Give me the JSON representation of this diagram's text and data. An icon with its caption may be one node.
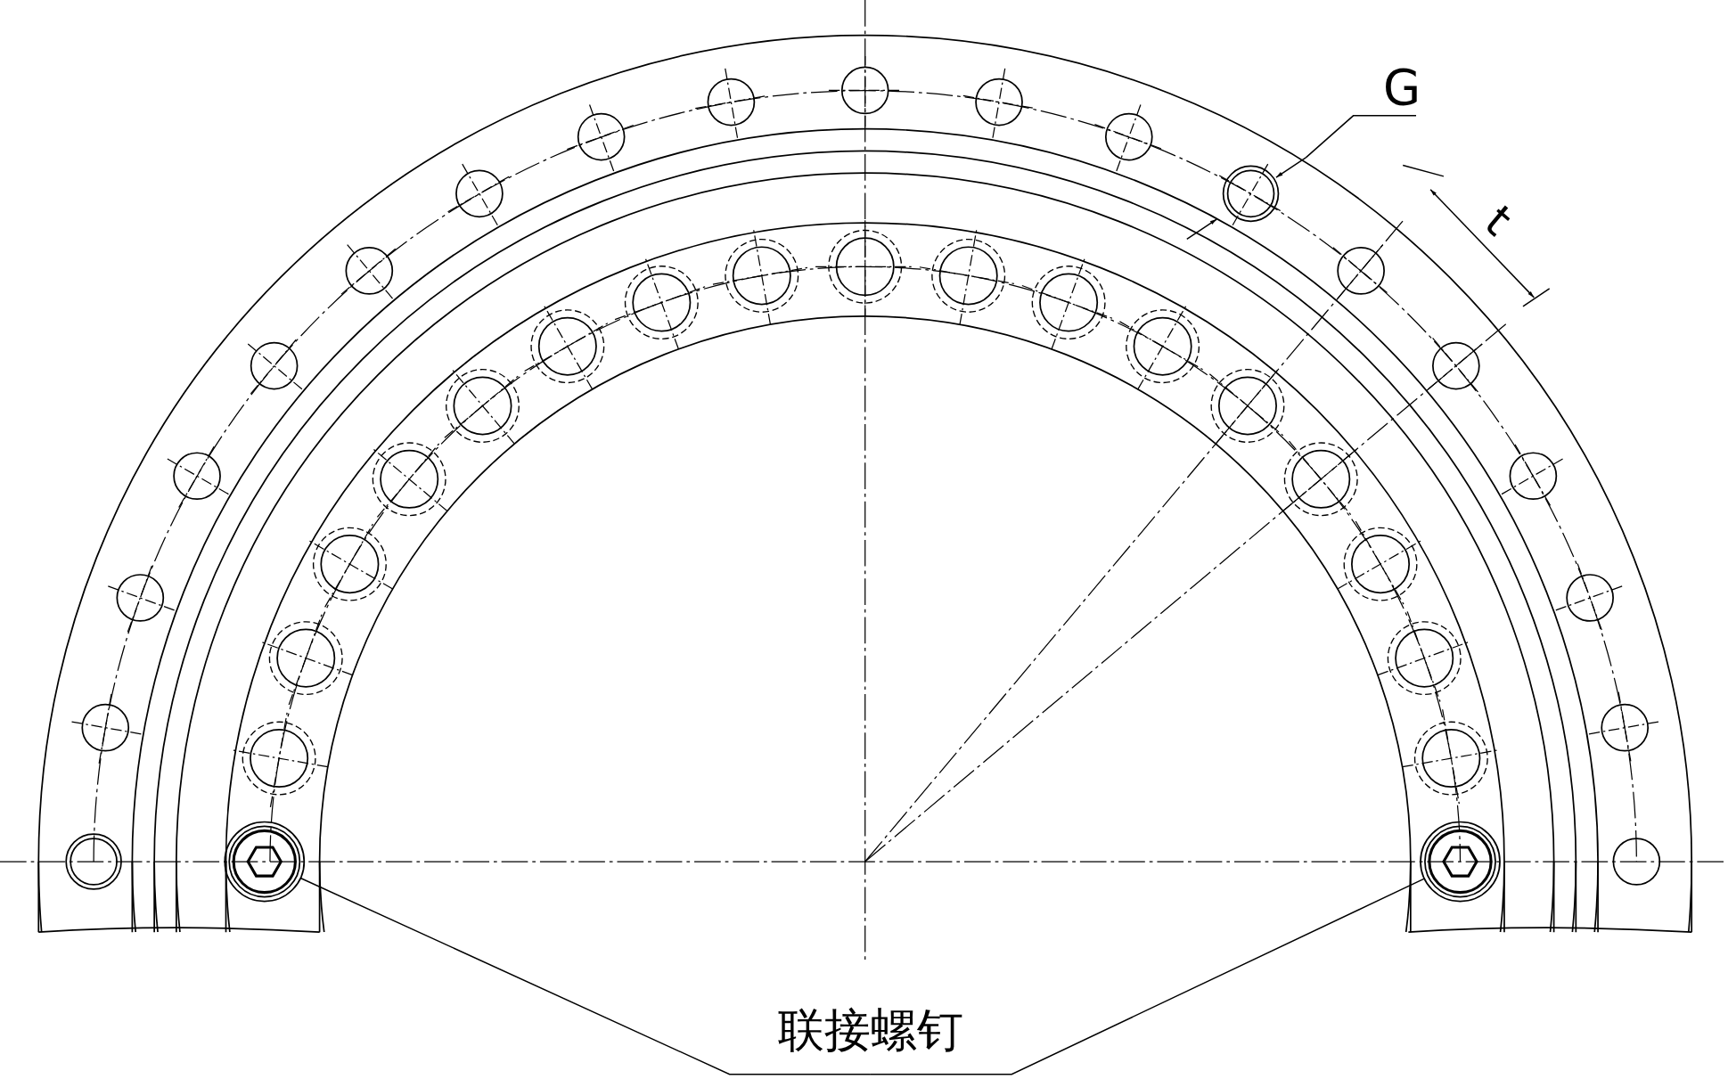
{
  "diagram": {
    "nodes": [
      {
        "text": [
          "联接螺钉"
        ]
      },
      {
        "text": [],
        "shape": "circle"
      },
      {
        "text": [],
        "shape": "circle"
      }
    ],
    "edges": [
      {
        "from": 0,
        "to": 1,
        "arrow": "none"
      },
      {
        "from": 0,
        "to": 2,
        "arrow": "none"
      }
    ],
    "labels": [
      "G",
      "t"
    ]
  }
}
